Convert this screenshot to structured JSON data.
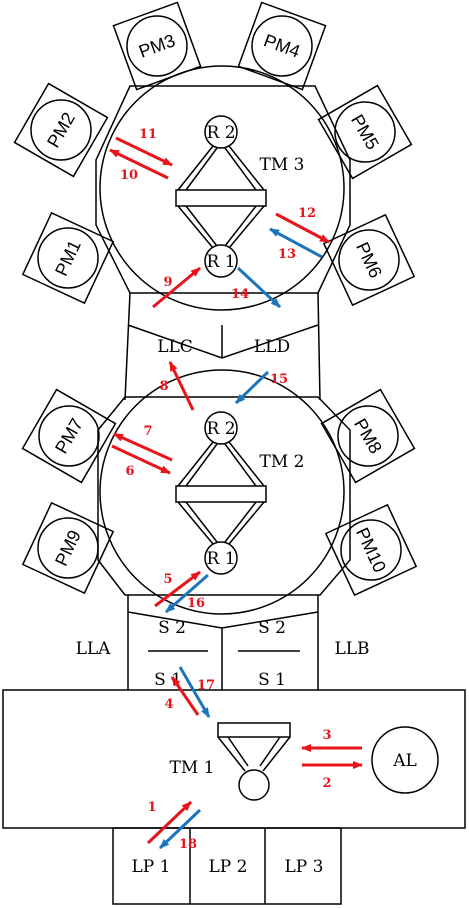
{
  "transfer_modules": {
    "tm1": "TM 1",
    "tm2": "TM 2",
    "tm3": "TM 3"
  },
  "robots": {
    "r1": "R 1",
    "r2": "R 2"
  },
  "process_modules": {
    "pm1": "PM1",
    "pm2": "PM2",
    "pm3": "PM3",
    "pm4": "PM4",
    "pm5": "PM5",
    "pm6": "PM6",
    "pm7": "PM7",
    "pm8": "PM8",
    "pm9": "PM9",
    "pm10": "PM10"
  },
  "load_locks": {
    "lla": "LLA",
    "llb": "LLB",
    "llc": "LLC",
    "lld": "LLD"
  },
  "slots": {
    "s1": "S 1",
    "s2": "S 2"
  },
  "aligner": "AL",
  "load_ports": {
    "lp1": "LP 1",
    "lp2": "LP 2",
    "lp3": "LP 3"
  },
  "steps": [
    "1",
    "2",
    "3",
    "4",
    "5",
    "6",
    "7",
    "8",
    "9",
    "10",
    "11",
    "12",
    "13",
    "14",
    "15",
    "16",
    "17",
    "18"
  ],
  "colors": {
    "forward": "#e8141b",
    "return": "#1b75bb",
    "line": "#000000"
  }
}
